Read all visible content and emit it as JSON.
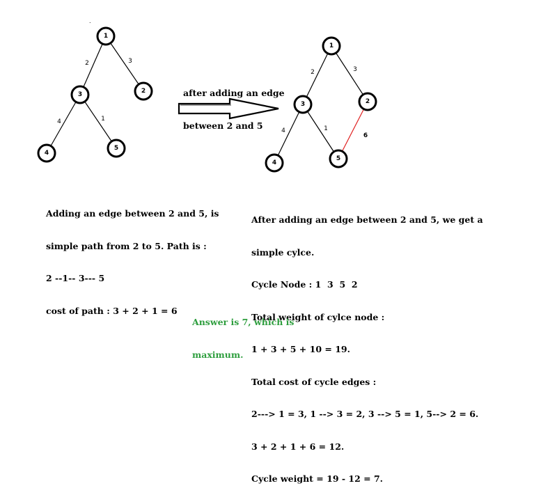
{
  "stray_mark": ".",
  "colors": {
    "added_edge": "#e02020",
    "added_weight": "#2e9e3e",
    "answer": "#2e9e3e"
  },
  "left_tree": {
    "nodes": [
      {
        "id": "1",
        "label": "1"
      },
      {
        "id": "2",
        "label": "2"
      },
      {
        "id": "3",
        "label": "3"
      },
      {
        "id": "4",
        "label": "4"
      },
      {
        "id": "5",
        "label": "5"
      }
    ],
    "edges": [
      {
        "from": "1",
        "to": "3",
        "weight": "2"
      },
      {
        "from": "1",
        "to": "2",
        "weight": "3"
      },
      {
        "from": "3",
        "to": "4",
        "weight": "4"
      },
      {
        "from": "3",
        "to": "5",
        "weight": "1"
      }
    ]
  },
  "right_tree": {
    "nodes": [
      {
        "id": "1",
        "label": "1"
      },
      {
        "id": "2",
        "label": "2"
      },
      {
        "id": "3",
        "label": "3"
      },
      {
        "id": "4",
        "label": "4"
      },
      {
        "id": "5",
        "label": "5"
      }
    ],
    "edges": [
      {
        "from": "1",
        "to": "3",
        "weight": "2"
      },
      {
        "from": "1",
        "to": "2",
        "weight": "3"
      },
      {
        "from": "3",
        "to": "4",
        "weight": "4"
      },
      {
        "from": "3",
        "to": "5",
        "weight": "1"
      }
    ],
    "added_edge": {
      "from": "2",
      "to": "5",
      "weight": "6"
    }
  },
  "arrow_caption": [
    "after adding an edge",
    "between 2 and 5"
  ],
  "left_explanation": [
    "Adding an edge between 2 and 5, is",
    "simple path from 2 to 5. Path is :",
    "2 --1-- 3--- 5",
    "cost of path : 3 + 2 + 1 = 6"
  ],
  "right_explanation": [
    "After adding an edge between 2 and 5, we get a",
    "simple cylce.",
    "Cycle Node : 1  3  5  2",
    "Total weight of cylce node :",
    "1 + 3 + 5 + 10 = 19.",
    "Total cost of cycle edges :",
    "2---> 1 = 3, 1 --> 3 = 2, 3 --> 5 = 1, 5--> 2 = 6.",
    "3 + 2 + 1 + 6 = 12.",
    "Cycle weight = 19 - 12 = 7."
  ],
  "answer": [
    "Answer is 7, which is",
    "maximum."
  ]
}
